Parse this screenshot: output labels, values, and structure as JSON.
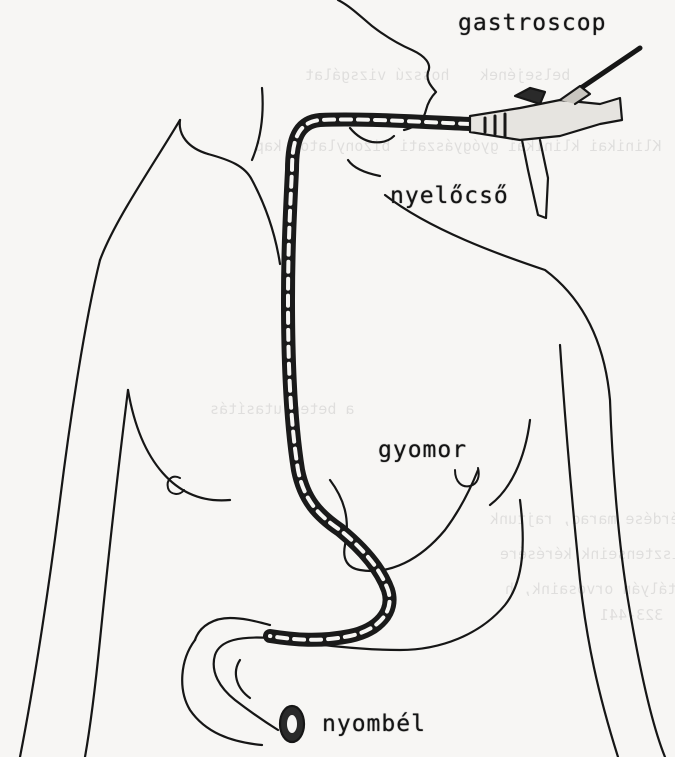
{
  "labels": {
    "gastroscope": "gastroscop",
    "esophagus": "nyelőcső",
    "stomach": "gyomor",
    "duodenum": "nyombél"
  },
  "bleed_through": [
    "hosszú vizsgálat",
    "belsejének",
    "Klinikai klinikai gyógyászati bizonylatot kap",
    "a beteg utasítás",
    "vizsgálat után hatáskör kérdése marad, rajtunk",
    "csoportjai orvosaink, vagy asszisztenseink kérésére",
    "a kórház belgyógyászati osztályán orvosaink, h",
    "323-441"
  ],
  "colors": {
    "line": "#161616",
    "tube": "#1a1a1a",
    "paper": "#f7f6f4"
  }
}
